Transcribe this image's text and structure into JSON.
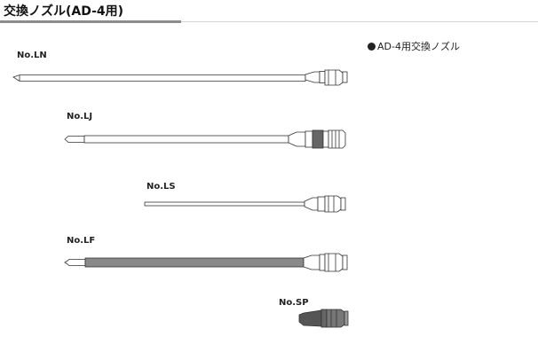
{
  "page": {
    "title": "交換ノズル(AD-4用)",
    "side_note": "AD-4用交換ノズル"
  },
  "nozzles": [
    {
      "id": "ln",
      "label": "No.LN"
    },
    {
      "id": "lj",
      "label": "No.LJ"
    },
    {
      "id": "ls",
      "label": "No.LS"
    },
    {
      "id": "lf",
      "label": "No.LF"
    },
    {
      "id": "sp",
      "label": "No.SP"
    }
  ],
  "colors": {
    "stroke": "#333333",
    "body_fill": "#ffffff",
    "shaded_fill": "#8a8a8a",
    "dark_fill": "#555555"
  }
}
